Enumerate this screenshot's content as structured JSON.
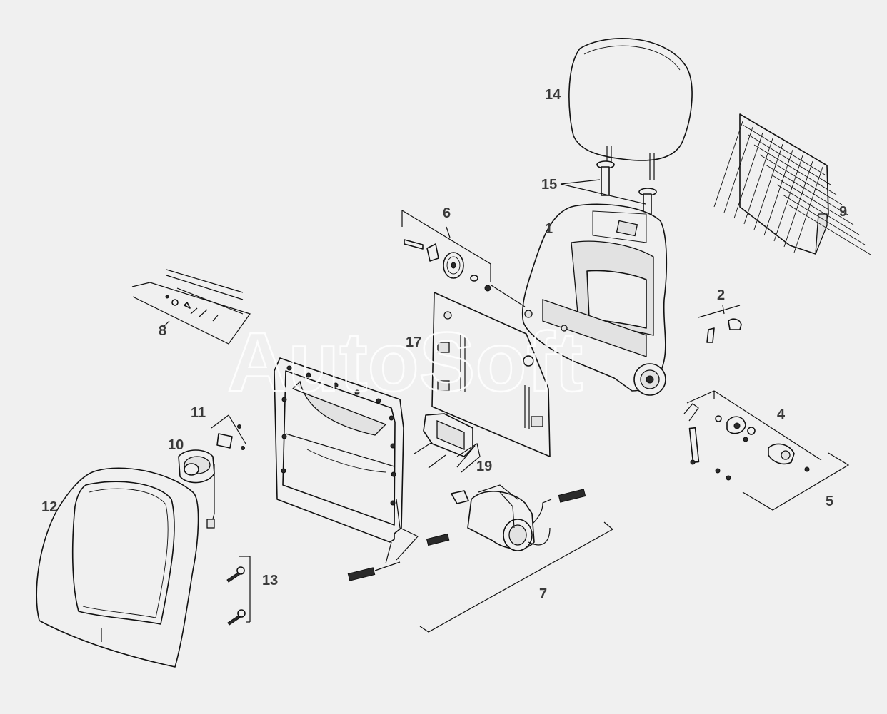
{
  "watermark": "AutoSoft",
  "callouts": [
    {
      "id": "c1",
      "label": "1"
    },
    {
      "id": "c2",
      "label": "2"
    },
    {
      "id": "c4",
      "label": "4"
    },
    {
      "id": "c5",
      "label": "5"
    },
    {
      "id": "c6",
      "label": "6"
    },
    {
      "id": "c7",
      "label": "7"
    },
    {
      "id": "c8",
      "label": "8"
    },
    {
      "id": "c9",
      "label": "9"
    },
    {
      "id": "c10",
      "label": "10"
    },
    {
      "id": "c11",
      "label": "11"
    },
    {
      "id": "c12",
      "label": "12"
    },
    {
      "id": "c13",
      "label": "13"
    },
    {
      "id": "c14",
      "label": "14"
    },
    {
      "id": "c15",
      "label": "15"
    },
    {
      "id": "c17",
      "label": "17"
    },
    {
      "id": "c19",
      "label": "19"
    }
  ]
}
